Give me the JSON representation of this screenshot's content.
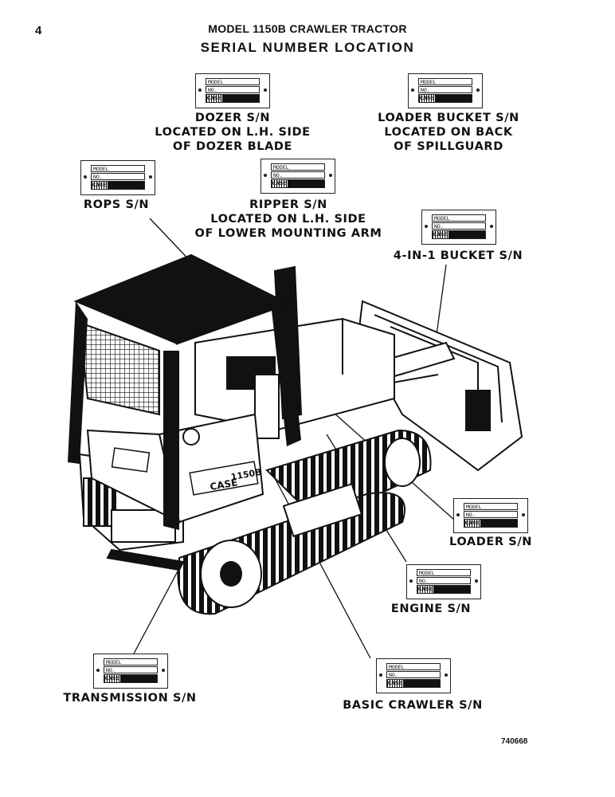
{
  "page_number": "4",
  "page_title": "MODEL 1150B CRAWLER TRACTOR",
  "section_title": "SERIAL NUMBER LOCATION",
  "plate": {
    "model_label": "MODEL",
    "number_label": "NO.",
    "brand": "CASE"
  },
  "callouts": {
    "dozer": [
      "DOZER S/N",
      "LOCATED ON L.H. SIDE",
      "OF DOZER BLADE"
    ],
    "loader_bucket": [
      "LOADER BUCKET S/N",
      "LOCATED ON BACK",
      "OF SPILLGUARD"
    ],
    "rops": [
      "ROPS S/N"
    ],
    "ripper": [
      "RIPPER S/N",
      "LOCATED ON L.H. SIDE",
      "OF LOWER MOUNTING ARM"
    ],
    "four_in_one": [
      "4-IN-1 BUCKET S/N"
    ],
    "loader": [
      "LOADER S/N"
    ],
    "engine": [
      "ENGINE S/N"
    ],
    "transmission": [
      "TRANSMISSION S/N"
    ],
    "basic_crawler": [
      "BASIC CRAWLER S/N"
    ]
  },
  "tractor_decal": {
    "brand": "CASE",
    "model": "1150B"
  },
  "figure_number": "740668"
}
